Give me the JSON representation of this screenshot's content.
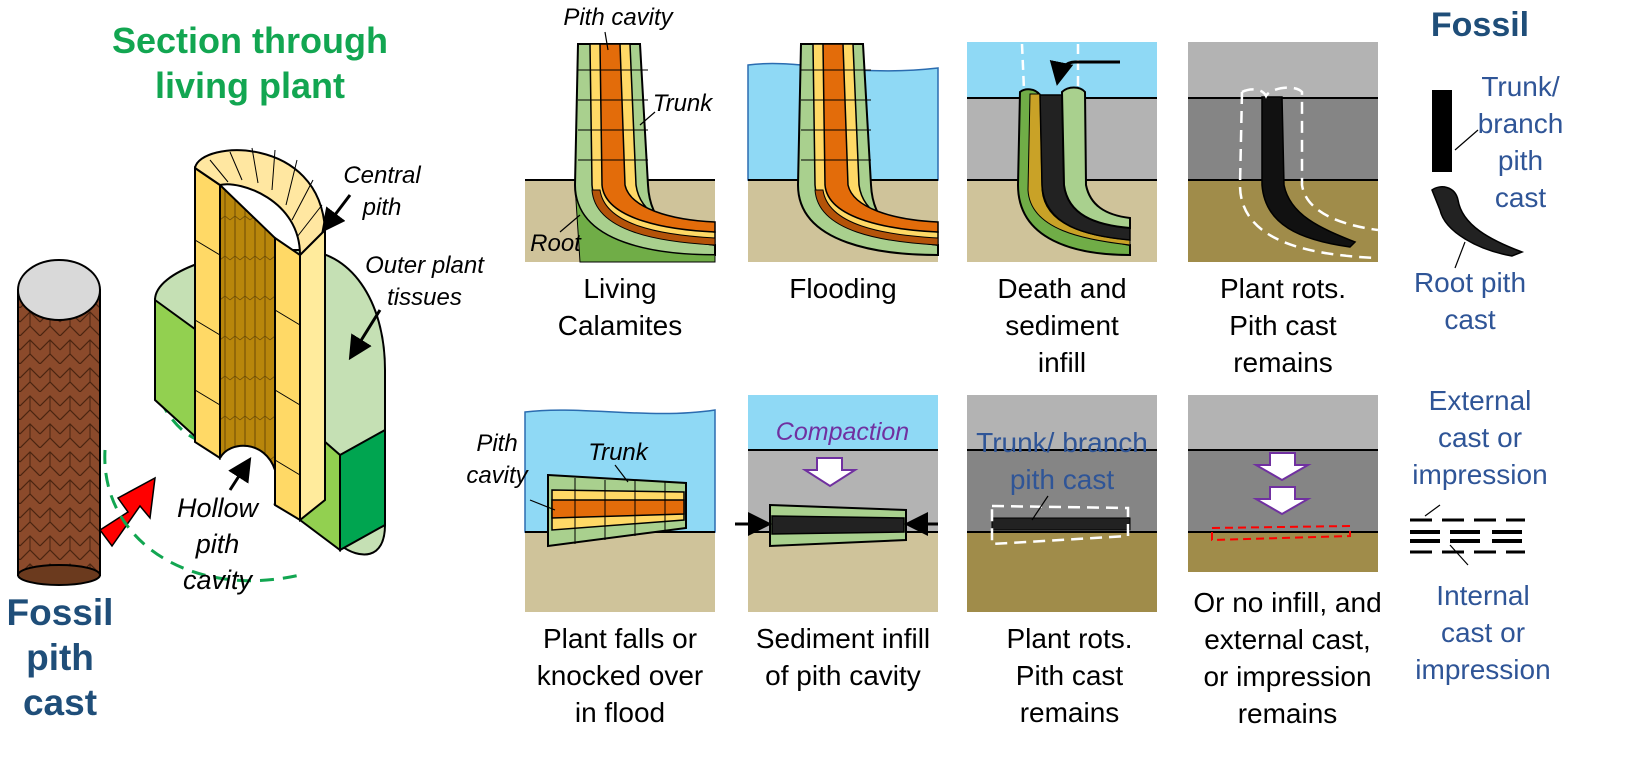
{
  "left": {
    "title_line1": "Section through",
    "title_line2": "living plant",
    "fossil_line1": "Fossil",
    "fossil_line2": "pith",
    "fossil_line3": "cast",
    "central_pith_1": "Central",
    "central_pith_2": "pith",
    "outer_tissues_1": "Outer plant",
    "outer_tissues_2": "tissues",
    "hollow_1": "Hollow",
    "hollow_2": "pith",
    "hollow_3": "cavity"
  },
  "panel_labels": {
    "pith_cavity": "Pith cavity",
    "trunk": "Trunk",
    "root": "Root",
    "pith_cavity_2a": "Pith",
    "pith_cavity_2b": "cavity",
    "trunk_2": "Trunk",
    "compaction": "Compaction",
    "trunk_branch_1": "Trunk/ branch",
    "trunk_branch_2": "pith cast"
  },
  "captions_top": [
    [
      "Living",
      "Calamites"
    ],
    [
      "Flooding"
    ],
    [
      "Death and",
      "sediment",
      "infill"
    ],
    [
      "Plant rots.",
      "Pith cast",
      "remains"
    ]
  ],
  "captions_bottom": [
    [
      "Plant falls or",
      "knocked over",
      "in flood"
    ],
    [
      "Sediment infill",
      "of pith cavity"
    ],
    [
      "Plant rots.",
      "Pith cast",
      "remains"
    ],
    [
      "Or no infill, and",
      "external cast,",
      "or impression",
      "remains"
    ]
  ],
  "fossil_column": {
    "title": "Fossil",
    "trunk_1": "Trunk/",
    "trunk_2": "branch",
    "trunk_3": "pith",
    "trunk_4": "cast",
    "root_1": "Root pith",
    "root_2": "cast",
    "external_1": "External",
    "external_2": "cast or",
    "external_3": "impression",
    "internal_1": "Internal",
    "internal_2": "cast or",
    "internal_3": "impression"
  },
  "colors": {
    "title_green": "#12a651",
    "navy": "#1f4e79",
    "label_blue": "#2f5597",
    "compaction_purple": "#7030a0",
    "water": "#8fd9f5",
    "sediment_tan": "#cfc39a",
    "sediment_brown": "#a08c4a",
    "grey_light": "#b3b3b3",
    "grey_dark": "#858585",
    "bark_green": "#a9d08e",
    "wood_yellow": "#ffd966",
    "wood_orange": "#e36c0a",
    "root_green": "#70ad47",
    "root_gold": "#c9a227",
    "root_brown": "#b45309"
  }
}
